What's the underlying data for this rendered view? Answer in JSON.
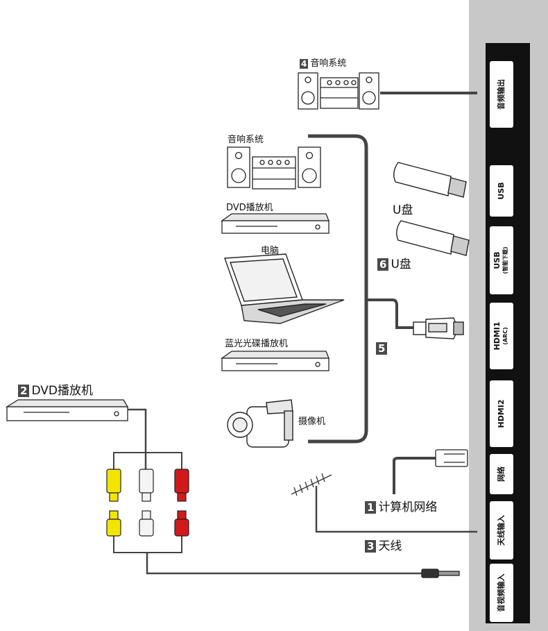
{
  "panel": {
    "background": "#c8c8c8",
    "strip": "#111111",
    "ports": [
      {
        "label": "音频输出",
        "sub": ""
      },
      {
        "label": "USB",
        "sub": ""
      },
      {
        "label": "USB",
        "sub": "(智能下载)"
      },
      {
        "label": "HDMI1",
        "sub": "(ARC)"
      },
      {
        "label": "HDMI2",
        "sub": ""
      },
      {
        "label": "网络",
        "sub": ""
      },
      {
        "label": "天线输入",
        "sub": ""
      },
      {
        "label": "音视频输入",
        "sub": ""
      }
    ]
  },
  "labels": {
    "audio_system_top_num": "4",
    "audio_system_top": "音响系统",
    "audio_system": "音响系统",
    "dvd_player": "DVD播放机",
    "computer": "电脑",
    "bluray": "蓝光光碟播放机",
    "camcorder": "摄像机",
    "udisk_1": "U盘",
    "udisk_2_num": "6",
    "udisk_2": "U盘",
    "hdmi_num": "5",
    "dvd_left_num": "2",
    "dvd_left": "DVD播放机",
    "network_num": "1",
    "network": "计算机网络",
    "antenna_num": "3",
    "antenna": "天线"
  },
  "colors": {
    "rca_yellow": "#f2e600",
    "rca_white": "#f4f4f4",
    "rca_red": "#d21a1a",
    "cable": "#444444",
    "number_badge": "#4a4a4a"
  }
}
